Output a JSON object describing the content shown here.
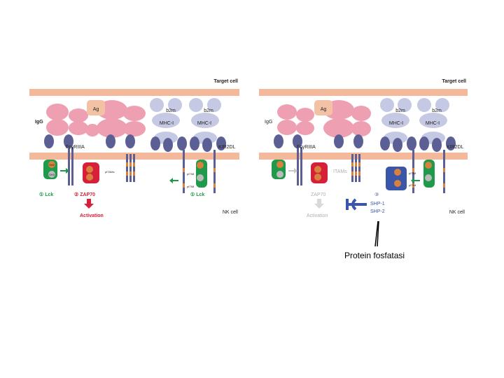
{
  "left": {
    "target_cell": "Target cell",
    "nk_cell": "NK cell",
    "ag": "Ag",
    "igg": "IgG",
    "b2m_1": "b2m",
    "b2m_2": "b2m",
    "mhc_1": "MHC-I",
    "mhc_2": "MHC-I",
    "fcr": "FcγRIIIA",
    "kir": "KIR2DL",
    "sh2": "SH2",
    "sh3": "SH3",
    "pitams": "pITAMs",
    "pitim_1": "pITIM",
    "pitim_2": "pITIM",
    "step1": "① Lck",
    "step2": "② ZAP70",
    "step1b": "① Lck",
    "activation": "Activation"
  },
  "right": {
    "target_cell": "Target cell",
    "nk_cell": "NK cell",
    "ag": "Ag",
    "igg": "IgG",
    "b2m_1": "b2m",
    "b2m_2": "b2m",
    "mhc_1": "MHC-I",
    "mhc_2": "MHC-I",
    "fcr": "FcγRIIIA",
    "kir": "KIR2DL",
    "itams": "ITAMs",
    "pitim_1": "pITIM",
    "pitim_2": "pITIM",
    "zap70": "ZAP70",
    "activation": "Activation",
    "step3": "③",
    "shp1": "SHP-1",
    "shp2": "SHP-2"
  },
  "caption": "Protein fosfatasi",
  "colors": {
    "membrane": "#f4b89a",
    "ag_pink": "#ef9fb2",
    "mhc_lavender": "#c6c9e3",
    "receptor_blue": "#5c5f94",
    "green": "#1f9a4b",
    "red": "#d6203a",
    "blue": "#3a56a8",
    "orange": "#d7813d"
  }
}
